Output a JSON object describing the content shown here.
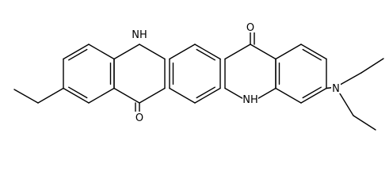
{
  "molecule": {
    "atoms": {
      "oxygen_top": "O",
      "oxygen_bottom": "O",
      "nh_top": "NH",
      "nh_bottom": "NH",
      "n_amine": "N"
    }
  },
  "colors": {
    "bond": "#000000",
    "label": "#000000",
    "background": "#ffffff"
  }
}
